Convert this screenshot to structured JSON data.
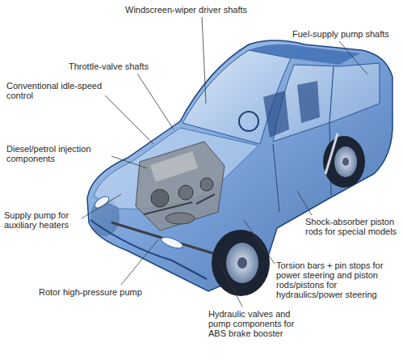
{
  "diagram": {
    "labels": [
      "Windscreen-wiper driver shafts",
      "Fuel-supply pump shafts",
      "Throttle-valve shafts",
      "Conventional idle-speed control",
      "Diesel/petrol injection components",
      "Supply pump for auxiliary heaters",
      "Shock-absorber piston rods for special models",
      "Torsion bars + pin stops for power steering and piston rods/pistons for hydraulics/power steering",
      "Rotor high-pressure pump",
      "Hydraulic valves and pump components for ABS brake booster"
    ]
  }
}
